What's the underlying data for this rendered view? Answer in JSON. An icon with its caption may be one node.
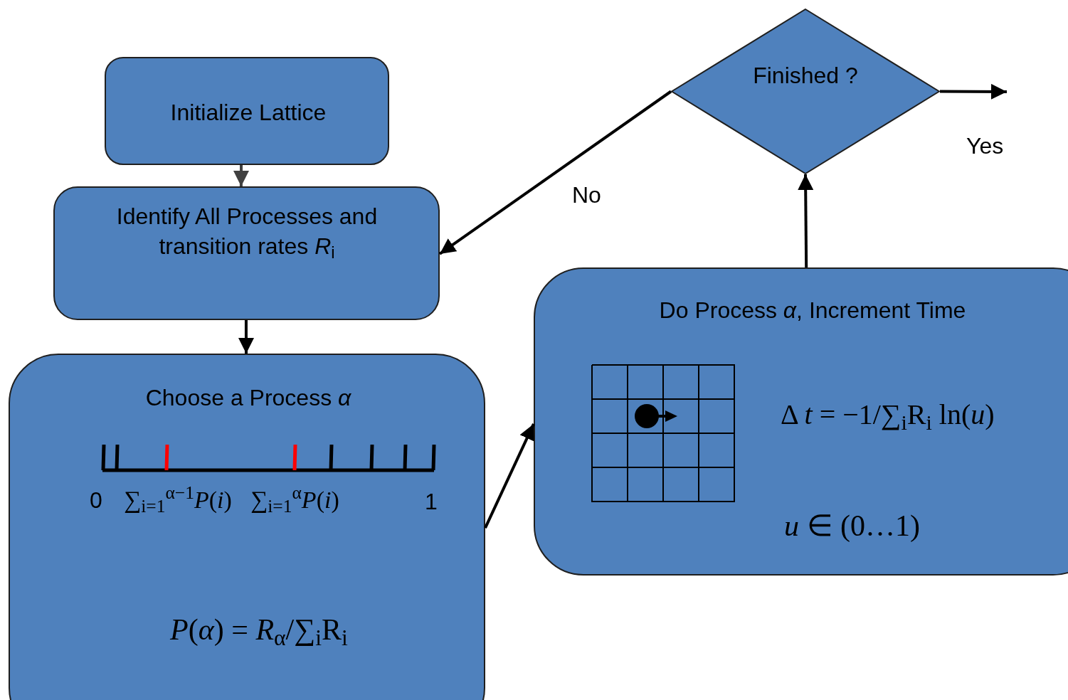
{
  "diagram": {
    "nodes": [
      {
        "text": [
          "Initialize Lattice"
        ]
      },
      {
        "text": [
          "Identify All Processes and transition rates *R*$_{i}$"
        ]
      },
      {
        "text": [
          "Choose a Process *α*",
          "*P*(*α*) = *R*$_{α}$/∑$_{i}$R$_{i}$"
        ]
      },
      {
        "text": [
          "Do Process *α*, Increment Time",
          "Δ *t* = −1/∑$_{i}$R$_{i}$ ln(*u*)",
          "*u* ∈ (0…1)"
        ]
      },
      {
        "text": [
          "Finished ?"
        ]
      }
    ],
    "edges": [
      {
        "from": 0,
        "to": 1,
        "arrow": "to",
        "color": "#404040"
      },
      {
        "from": 1,
        "to": 2,
        "arrow": "to"
      },
      {
        "from": 2,
        "to": 3,
        "arrow": "to"
      },
      {
        "from": 3,
        "to": 4,
        "arrow": "to"
      },
      {
        "from": 4,
        "to": 1,
        "arrow": "to",
        "label": "No"
      },
      {
        "from": 4,
        "to": null,
        "arrow": "to",
        "label": "Yes"
      }
    ],
    "labels": [
      "0",
      "∑$_{i=1}$$^{α−1}$*P*(*i*)",
      "∑$_{i=1}$$^{α}$*P*(*i*)",
      "1"
    ]
  }
}
